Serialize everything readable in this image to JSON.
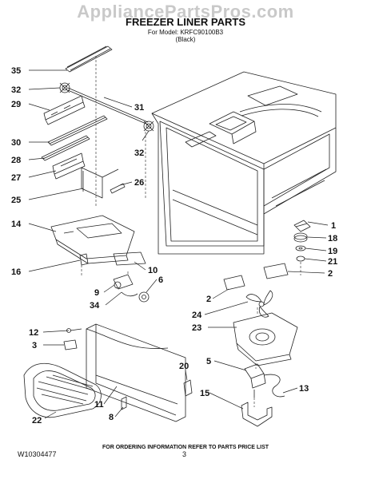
{
  "watermark": "AppliancePartsPros.com",
  "header": {
    "title": "FREEZER LINER PARTS",
    "model_line": "For Model: KRFC90100B3",
    "color_line": "(Black)"
  },
  "callouts": [
    {
      "id": "c35",
      "label": "35"
    },
    {
      "id": "c32a",
      "label": "32"
    },
    {
      "id": "c29",
      "label": "29"
    },
    {
      "id": "c31",
      "label": "31"
    },
    {
      "id": "c30",
      "label": "30"
    },
    {
      "id": "c32b",
      "label": "32"
    },
    {
      "id": "c28",
      "label": "28"
    },
    {
      "id": "c27",
      "label": "27"
    },
    {
      "id": "c26",
      "label": "26"
    },
    {
      "id": "c25",
      "label": "25"
    },
    {
      "id": "c14",
      "label": "14"
    },
    {
      "id": "c1",
      "label": "1"
    },
    {
      "id": "c18",
      "label": "18"
    },
    {
      "id": "c19",
      "label": "19"
    },
    {
      "id": "c21",
      "label": "21"
    },
    {
      "id": "c16",
      "label": "16"
    },
    {
      "id": "c10",
      "label": "10"
    },
    {
      "id": "c9",
      "label": "9"
    },
    {
      "id": "c6",
      "label": "6"
    },
    {
      "id": "c34",
      "label": "34"
    },
    {
      "id": "c2a",
      "label": "2"
    },
    {
      "id": "c2b",
      "label": "2"
    },
    {
      "id": "c24",
      "label": "24"
    },
    {
      "id": "c23",
      "label": "23"
    },
    {
      "id": "c12",
      "label": "12"
    },
    {
      "id": "c3",
      "label": "3"
    },
    {
      "id": "c5",
      "label": "5"
    },
    {
      "id": "c13",
      "label": "13"
    },
    {
      "id": "c20",
      "label": "20"
    },
    {
      "id": "c15",
      "label": "15"
    },
    {
      "id": "c11",
      "label": "11"
    },
    {
      "id": "c22",
      "label": "22"
    },
    {
      "id": "c8",
      "label": "8"
    }
  ],
  "footer": {
    "note": "FOR ORDERING INFORMATION REFER TO PARTS PRICE LIST",
    "doc_number": "W10304477",
    "page_number": "3"
  }
}
